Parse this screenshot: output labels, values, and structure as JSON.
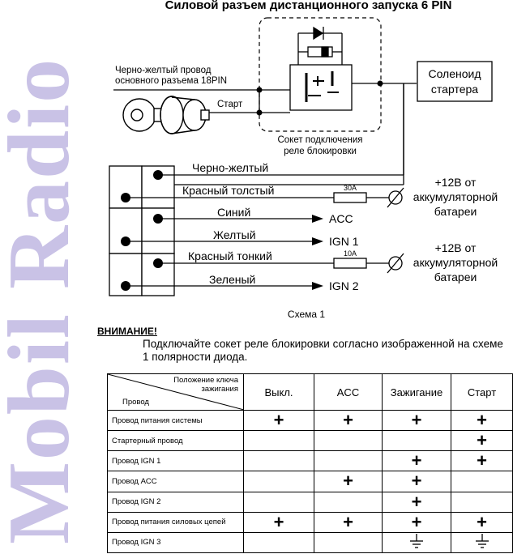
{
  "watermark": "Mobil Radio",
  "title": "Силовой разъем дистанционного запуска 6 PIN",
  "diagram": {
    "main_wire_label_1": "Черно-желтый провод",
    "main_wire_label_2": "основного разъема 18PIN",
    "start_label": "Старт",
    "relay_label_1": "Сокет подключения",
    "relay_label_2": "реле блокировки",
    "solenoid_1": "Соленоид",
    "solenoid_2": "стартера",
    "wires": {
      "black_yellow": "Черно-желтый",
      "red_thick": "Красный толстый",
      "blue": "Синий",
      "yellow": "Желтый",
      "red_thin": "Красный тонкий",
      "green": "Зеленый"
    },
    "fuse_30": "30A",
    "fuse_10": "10A",
    "battery_1_a": "+12В от",
    "battery_1_b": "аккумуляторной",
    "battery_1_c": "батареи",
    "battery_2_a": "+12В от",
    "battery_2_b": "аккумуляторной",
    "battery_2_c": "батареи",
    "acc": "ACC",
    "ign1": "IGN 1",
    "ign2": "IGN 2",
    "caption": "Схема 1"
  },
  "warning": {
    "title": "ВНИМАНИЕ!",
    "text": "Подключайте сокет реле блокировки согласно изображенной на схеме 1 полярности диода."
  },
  "table": {
    "corner_top_1": "Положение ключа",
    "corner_top_2": "зажигания",
    "corner_bottom": "Провод",
    "columns": [
      "Выкл.",
      "ACC",
      "Зажигание",
      "Старт"
    ],
    "rows": [
      {
        "label": "Провод питания системы",
        "cells": [
          "+",
          "+",
          "+",
          "+"
        ]
      },
      {
        "label": "Стартерный провод",
        "cells": [
          "",
          "",
          "",
          "+"
        ]
      },
      {
        "label": "Провод IGN 1",
        "cells": [
          "",
          "",
          "+",
          "+"
        ]
      },
      {
        "label": "Провод ACC",
        "cells": [
          "",
          "+",
          "+",
          ""
        ]
      },
      {
        "label": "Провод IGN 2",
        "cells": [
          "",
          "",
          "+",
          ""
        ]
      },
      {
        "label": "Провод питания силовых цепей",
        "cells": [
          "+",
          "+",
          "+",
          "+"
        ]
      },
      {
        "label": "Провод IGN 3",
        "cells": [
          "",
          "",
          "ground",
          "ground"
        ]
      }
    ]
  }
}
